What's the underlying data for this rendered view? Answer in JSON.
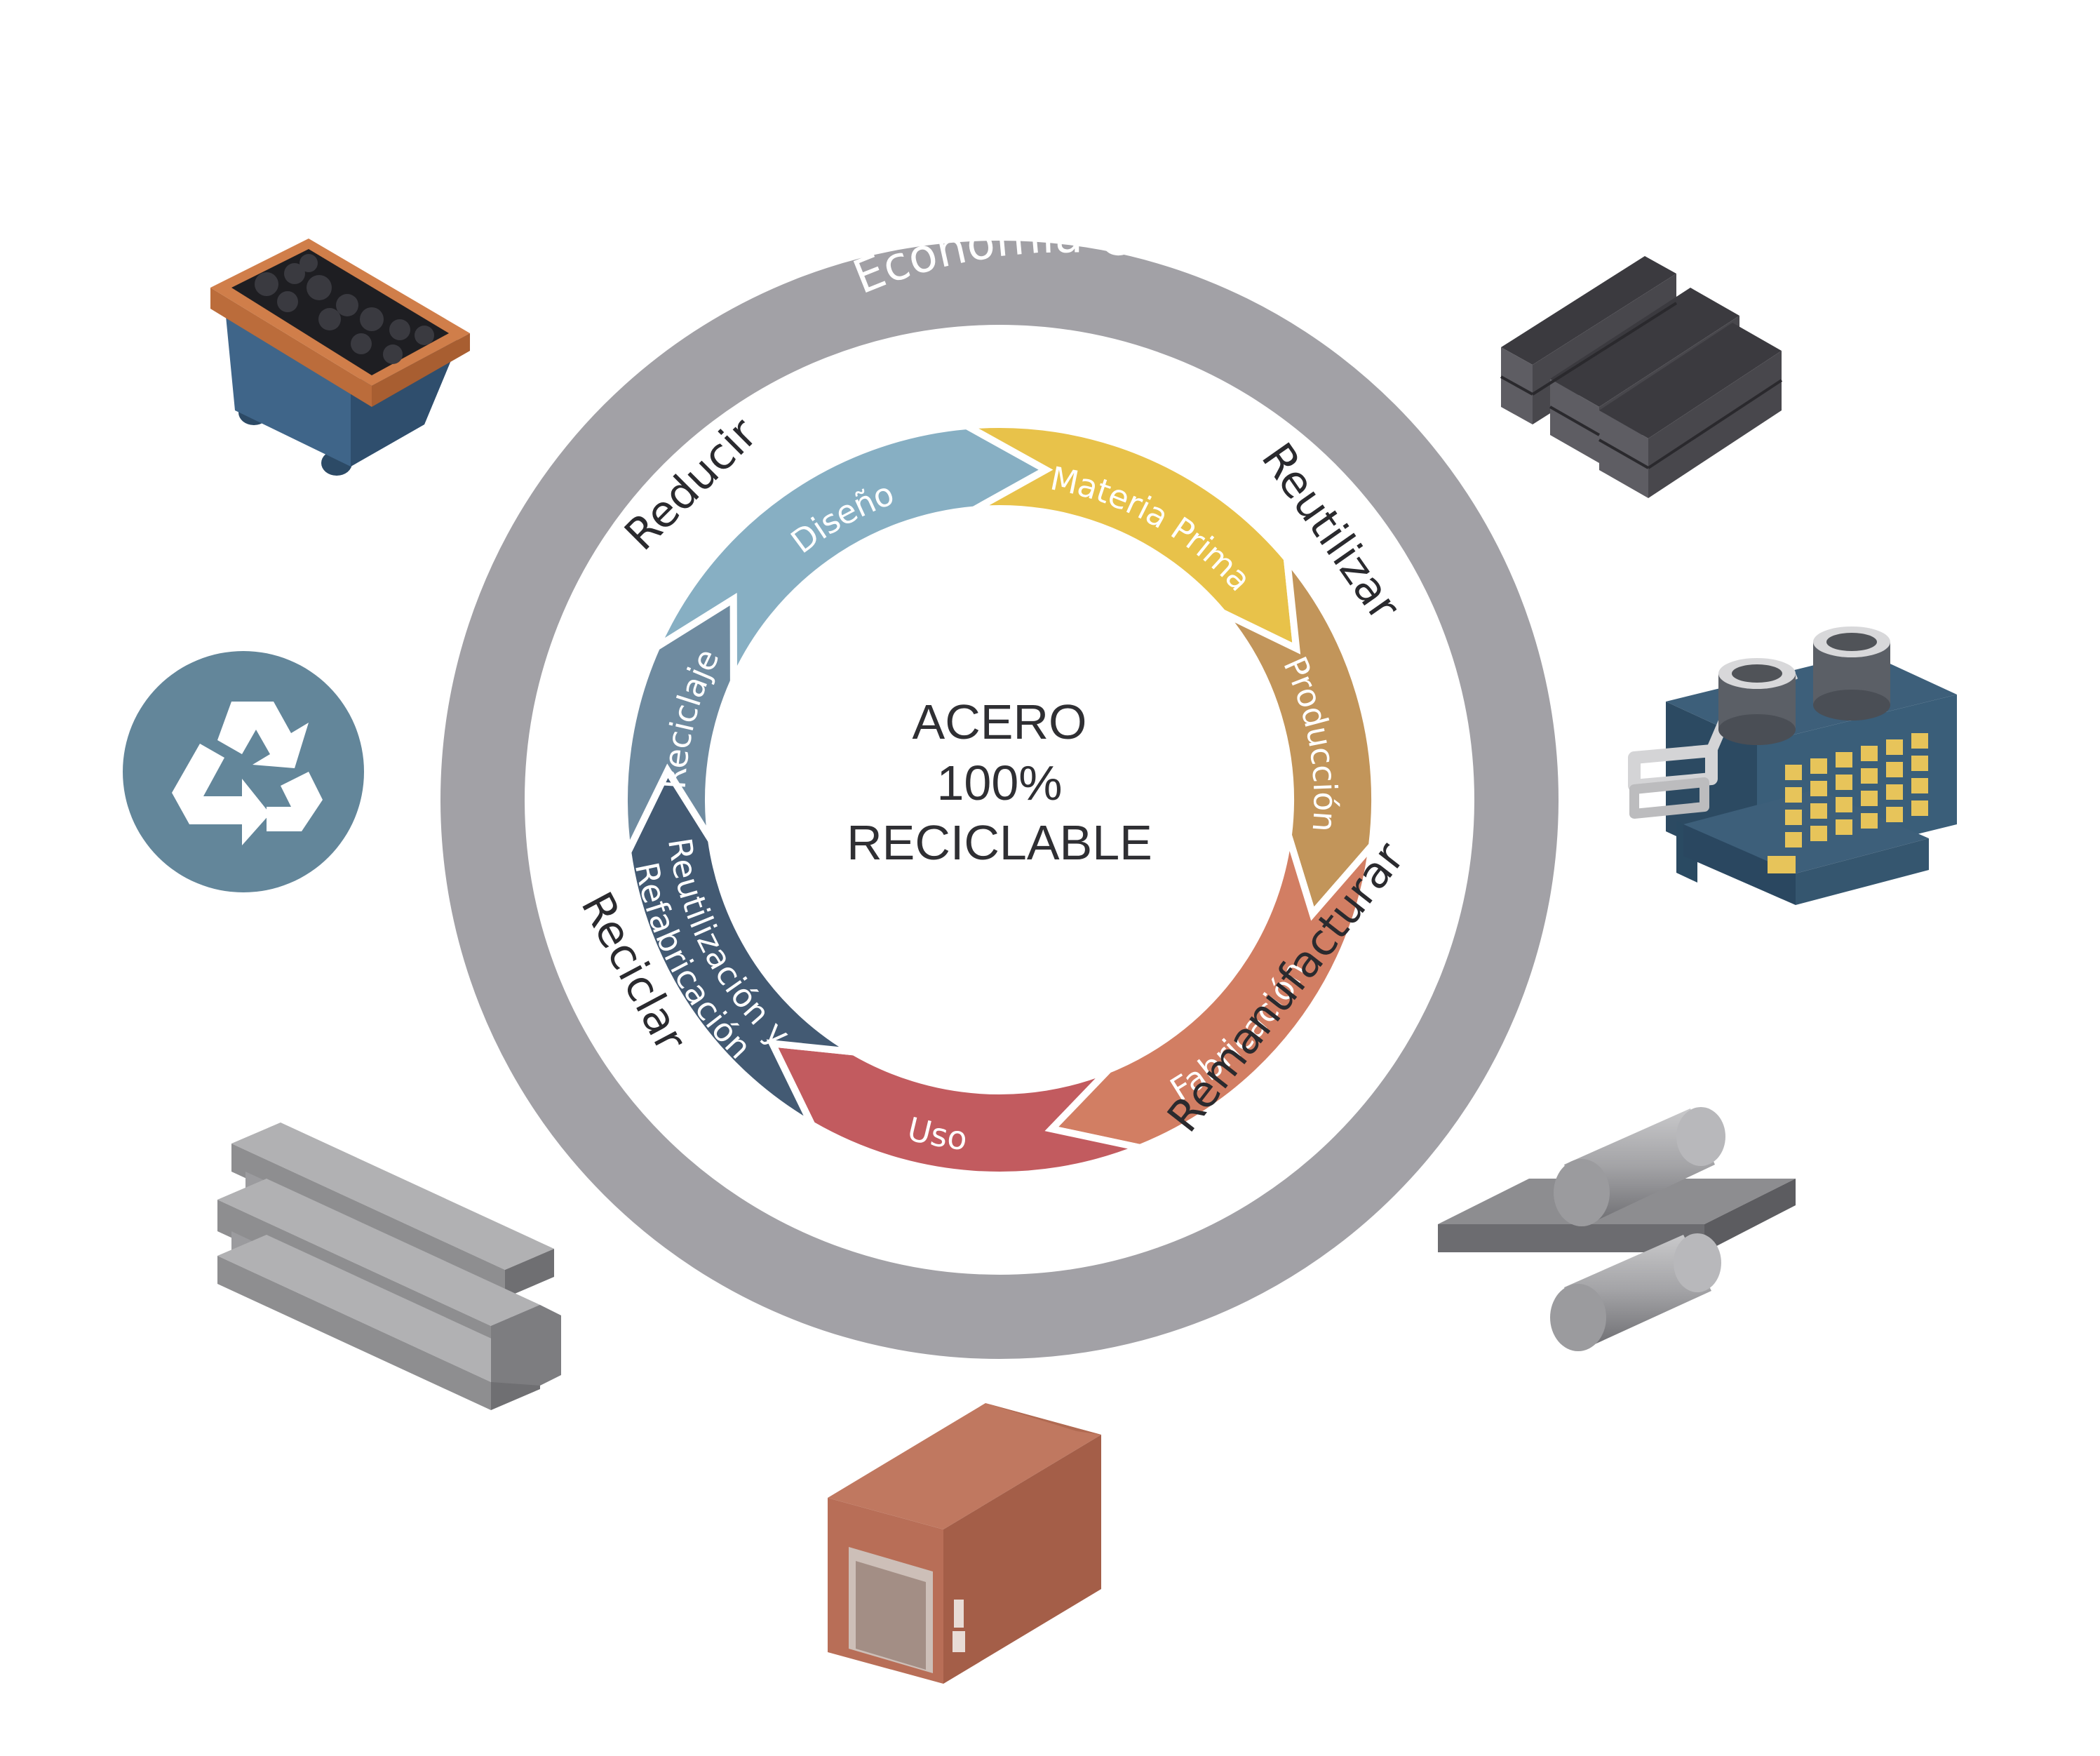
{
  "outer_ring": {
    "title": "Economía Circular",
    "color": "#a2a1a6"
  },
  "center": {
    "lines": [
      "ACERO",
      "100%",
      "RECICLABLE"
    ]
  },
  "cycle_segments": [
    {
      "label": "Diseño",
      "color": "#87afc3"
    },
    {
      "label": "Materia Prima",
      "color": "#e8c24a"
    },
    {
      "label": "Producción",
      "color": "#c2955a"
    },
    {
      "label": "Fabricación",
      "color": "#d27e63"
    },
    {
      "label": "Uso",
      "color": "#c25b5f"
    },
    {
      "label": "Reutilización y Refabricación",
      "label_lines": [
        "Reutilización y",
        "Refabricación"
      ],
      "color": "#435a73"
    },
    {
      "label": "Reciclaje",
      "color": "#6f8ba0"
    }
  ],
  "r_labels": {
    "reducir": "Reducir",
    "reutilizar": "Reutilizar",
    "remanufacturar": "Remanufacturar",
    "reciclar": "Reciclar"
  },
  "illustrations": [
    {
      "name": "ore-cart-icon"
    },
    {
      "name": "steel-ingots-icon"
    },
    {
      "name": "recycle-icon",
      "color": "#63869a"
    },
    {
      "name": "steel-plant-icon"
    },
    {
      "name": "steel-beams-icon"
    },
    {
      "name": "rolling-mill-icon"
    },
    {
      "name": "warehouse-icon"
    }
  ]
}
